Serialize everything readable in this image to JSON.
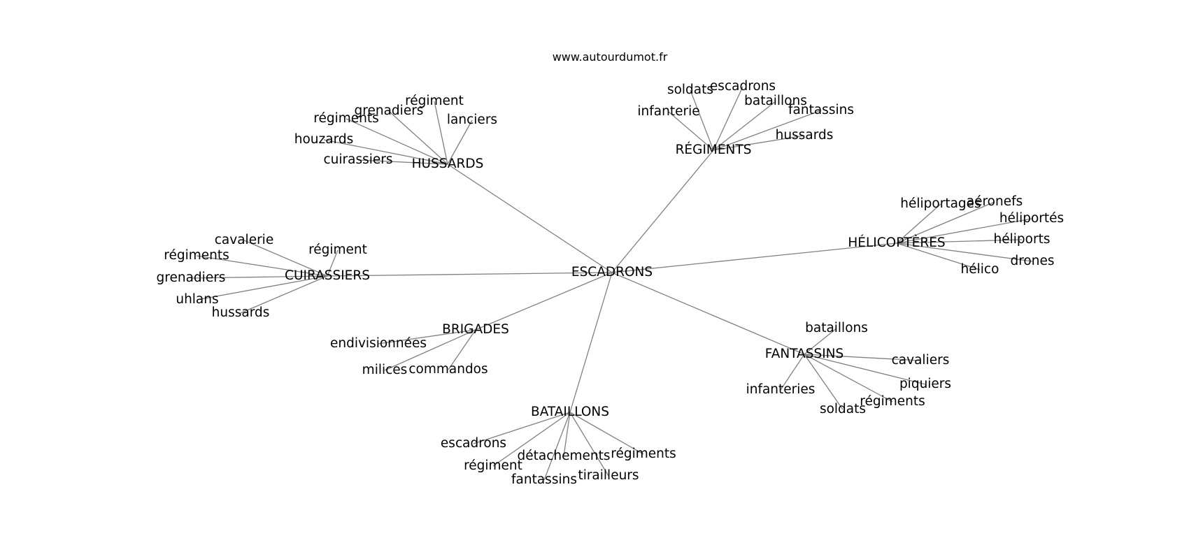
{
  "header": {
    "site": "www.autourdumot.fr"
  },
  "graph": {
    "center": "ESCADRONS",
    "clusters": [
      {
        "hub": "HUSSARDS",
        "leaves": [
          "régiment",
          "grenadiers",
          "régiments",
          "lanciers",
          "houzards",
          "cuirassiers"
        ]
      },
      {
        "hub": "RÉGIMENTS",
        "leaves": [
          "soldats",
          "escadrons",
          "infanterie",
          "bataillons",
          "fantassins",
          "hussards"
        ]
      },
      {
        "hub": "HÉLICOPTÈRES",
        "leaves": [
          "héliportages",
          "aéronefs",
          "héliportés",
          "héliports",
          "drones",
          "hélico"
        ]
      },
      {
        "hub": "CUIRASSIERS",
        "leaves": [
          "cavalerie",
          "régiments",
          "régiment",
          "grenadiers",
          "uhlans",
          "hussards"
        ]
      },
      {
        "hub": "BRIGADES",
        "leaves": [
          "endivisionnées",
          "milices",
          "commandos"
        ]
      },
      {
        "hub": "FANTASSINS",
        "leaves": [
          "bataillons",
          "cavaliers",
          "piquiers",
          "régiments",
          "infanteries",
          "soldats"
        ]
      },
      {
        "hub": "BATAILLONS",
        "leaves": [
          "escadrons",
          "régiment",
          "détachements",
          "régiments",
          "fantassins",
          "tirailleurs"
        ]
      }
    ]
  }
}
